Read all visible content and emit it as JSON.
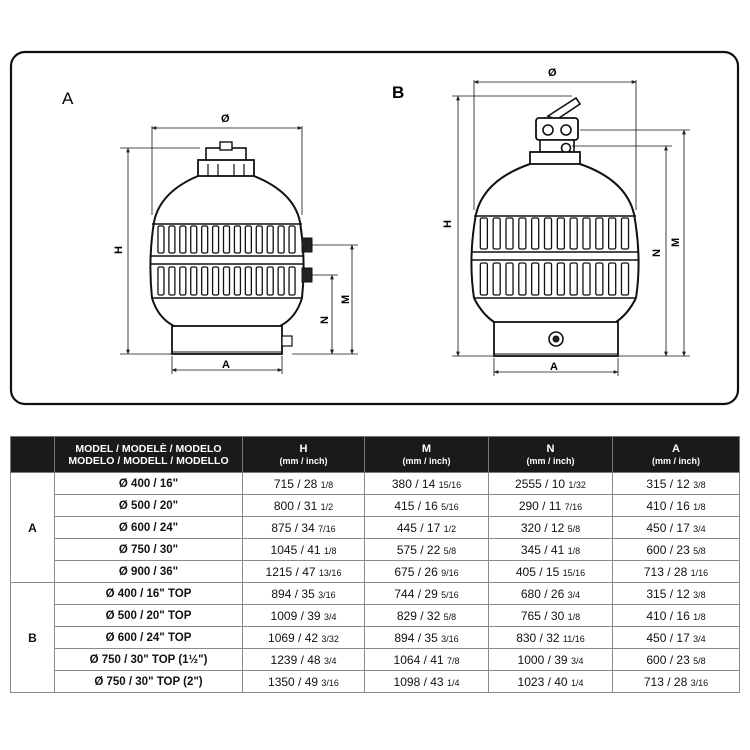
{
  "drawing": {
    "label_a": "A",
    "label_b": "B",
    "dim_diameter": "Ø",
    "dim_h": "H",
    "dim_m": "M",
    "dim_n": "N",
    "dim_a": "A"
  },
  "table": {
    "headers": {
      "model_line1": "MODEL / MODELÈ / MODELO",
      "model_line2": "MODELO / MODELL / MODELLO",
      "h": "H",
      "m": "M",
      "n": "N",
      "a": "A",
      "unit": "(mm / inch)"
    },
    "groups": [
      {
        "label": "A",
        "rows": [
          {
            "model": "Ø 400 / 16\"",
            "h": "715 / 28",
            "h_f": "1/8",
            "m": "380 / 14",
            "m_f": "15/16",
            "n": "2555 / 10",
            "n_f": "1/32",
            "a": "315 / 12",
            "a_f": "3/8"
          },
          {
            "model": "Ø 500 / 20\"",
            "h": "800 / 31",
            "h_f": "1/2",
            "m": "415 / 16",
            "m_f": "5/16",
            "n": "290 / 11",
            "n_f": "7/16",
            "a": "410 / 16",
            "a_f": "1/8"
          },
          {
            "model": "Ø 600 / 24\"",
            "h": "875 / 34",
            "h_f": "7/16",
            "m": "445 / 17",
            "m_f": "1/2",
            "n": "320 / 12",
            "n_f": "5/8",
            "a": "450 / 17",
            "a_f": "3/4"
          },
          {
            "model": "Ø 750 / 30\"",
            "h": "1045 / 41",
            "h_f": "1/8",
            "m": "575 / 22",
            "m_f": "5/8",
            "n": "345 / 41",
            "n_f": "1/8",
            "a": "600 / 23",
            "a_f": "5/8"
          },
          {
            "model": "Ø 900 / 36\"",
            "h": "1215 / 47",
            "h_f": "13/16",
            "m": "675 / 26",
            "m_f": "9/16",
            "n": "405 / 15",
            "n_f": "15/16",
            "a": "713 / 28",
            "a_f": "1/16"
          }
        ]
      },
      {
        "label": "B",
        "rows": [
          {
            "model": "Ø 400 / 16\" TOP",
            "h": "894 / 35",
            "h_f": "3/16",
            "m": "744 / 29",
            "m_f": "5/16",
            "n": "680 / 26",
            "n_f": "3/4",
            "a": "315 / 12",
            "a_f": "3/8"
          },
          {
            "model": "Ø 500 / 20\" TOP",
            "h": "1009 / 39",
            "h_f": "3/4",
            "m": "829 / 32",
            "m_f": "5/8",
            "n": "765 / 30",
            "n_f": "1/8",
            "a": "410 / 16",
            "a_f": "1/8"
          },
          {
            "model": "Ø 600 / 24\" TOP",
            "h": "1069 / 42",
            "h_f": "3/32",
            "m": "894 / 35",
            "m_f": "3/16",
            "n": "830 / 32",
            "n_f": "11/16",
            "a": "450 / 17",
            "a_f": "3/4"
          },
          {
            "model": "Ø 750 / 30\" TOP (1½\")",
            "h": "1239 / 48",
            "h_f": "3/4",
            "m": "1064 / 41",
            "m_f": "7/8",
            "n": "1000 / 39",
            "n_f": "3/4",
            "a": "600 / 23",
            "a_f": "5/8"
          },
          {
            "model": "Ø 750 / 30\" TOP (2\")",
            "h": "1350 / 49",
            "h_f": "3/16",
            "m": "1098 / 43",
            "m_f": "1/4",
            "n": "1023 / 40",
            "n_f": "1/4",
            "a": "713 / 28",
            "a_f": "3/16"
          }
        ]
      }
    ]
  }
}
